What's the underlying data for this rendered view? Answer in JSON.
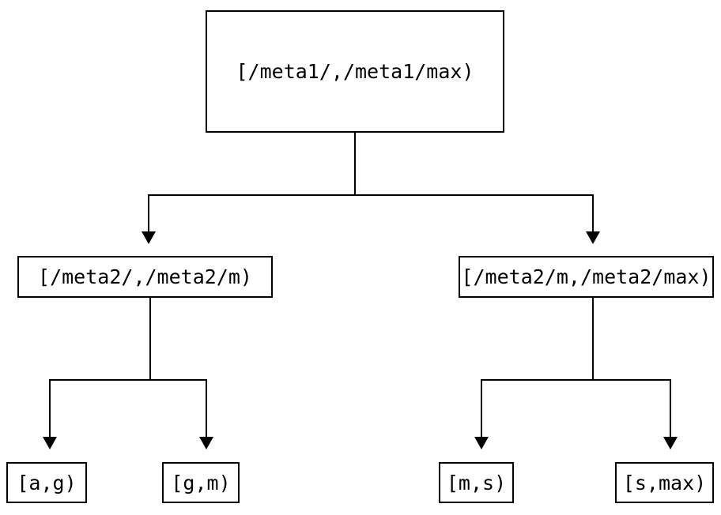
{
  "diagram": {
    "type": "tree",
    "background": "#ffffff",
    "line_color": "#000000",
    "text_color": "#000000",
    "nodes": {
      "root": {
        "label": "[/meta1/,/meta1/max)"
      },
      "meta2_left": {
        "label": "[/meta2/,/meta2/m)"
      },
      "meta2_right": {
        "label": "[/meta2/m,/meta2/max)"
      },
      "leaf_ag": {
        "label": "[a,g)"
      },
      "leaf_gm": {
        "label": "[g,m)"
      },
      "leaf_ms": {
        "label": "[m,s)"
      },
      "leaf_smax": {
        "label": "[s,max)"
      }
    },
    "edges": [
      {
        "from": "root",
        "to": "meta2_left"
      },
      {
        "from": "root",
        "to": "meta2_right"
      },
      {
        "from": "meta2_left",
        "to": "leaf_ag"
      },
      {
        "from": "meta2_left",
        "to": "leaf_gm"
      },
      {
        "from": "meta2_right",
        "to": "leaf_ms"
      },
      {
        "from": "meta2_right",
        "to": "leaf_smax"
      }
    ]
  }
}
